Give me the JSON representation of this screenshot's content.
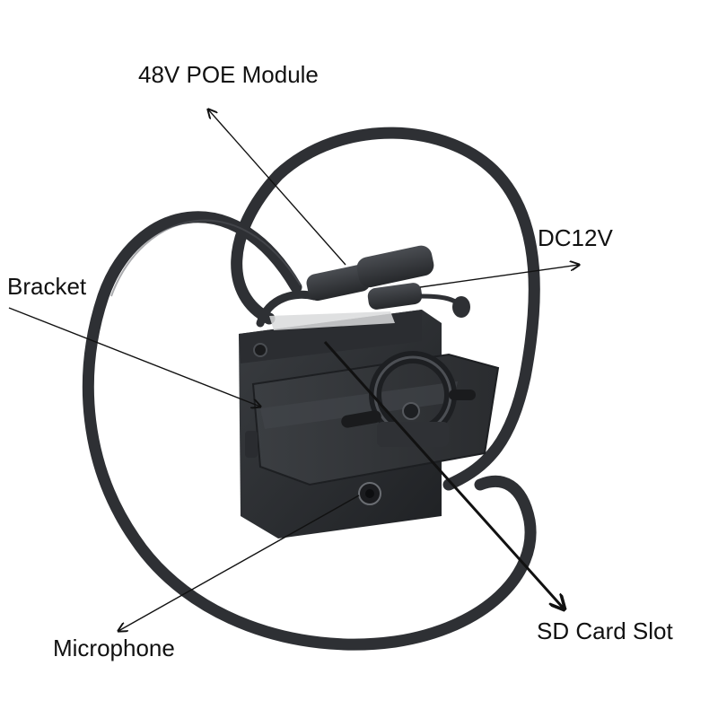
{
  "callouts": {
    "poe_module": "48V POE Module",
    "dc12v": "DC12V",
    "bracket": "Bracket",
    "microphone": "Microphone",
    "sd_card_slot": "SD Card Slot"
  },
  "colors": {
    "background": "#ffffff",
    "cable": "#2e3034",
    "body": "#26282b",
    "bracket": "#34373b",
    "label_text": "#111111",
    "arrow": "#111111"
  }
}
